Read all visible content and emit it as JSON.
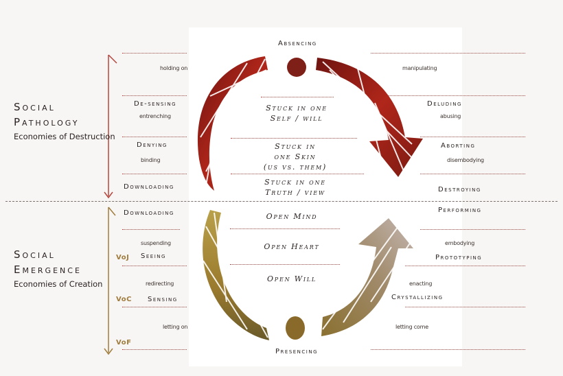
{
  "top_label": "Absencing",
  "bottom_label": "Presencing",
  "sections": {
    "pathology": {
      "title_line1": "Social",
      "title_line2": "Pathology",
      "subtitle": "Economies of Destruction"
    },
    "emergence": {
      "title_line1": "Social",
      "title_line2": "Emergence",
      "subtitle": "Economies of Creation"
    }
  },
  "left_labels": {
    "holding_on": "holding on",
    "desensing": "De-sensing",
    "entrenching": "entrenching",
    "denying": "Denying",
    "binding": "binding",
    "downloading_top": "Downloading",
    "downloading_bottom": "Downloading",
    "suspending": "suspending",
    "seeing": "Seeing",
    "redirecting": "redirecting",
    "sensing": "Sensing",
    "letting_on": "letting on"
  },
  "right_labels": {
    "manipulating": "manipulating",
    "deluding": "Deluding",
    "abusing": "abusing",
    "aborting": "Aborting",
    "disembodying": "disembodying",
    "destroying": "Destroying",
    "performing": "Performing",
    "embodying": "embodying",
    "prototyping": "Prototyping",
    "enacting": "enacting",
    "crystallizing": "Crystallizing",
    "letting_come": "letting come"
  },
  "center_labels": {
    "stuck_self_1": "Stuck in one",
    "stuck_self_2": "Self / will",
    "stuck_skin_1": "Stuck in",
    "stuck_skin_2": "one Skin",
    "stuck_skin_3": "(us vs. them)",
    "stuck_truth_1": "Stuck in one",
    "stuck_truth_2": "Truth / view",
    "open_mind": "Open Mind",
    "open_heart": "Open Heart",
    "open_will": "Open Will"
  },
  "voices": {
    "voj": "VoJ",
    "voc": "VoC",
    "vof": "VoF"
  },
  "colors": {
    "pathology_arrow": "#9a1f16",
    "emergence_arrow": "#a88a3a",
    "emergence_arrow_light": "#b0a39c",
    "line": "#b5463d",
    "voices": "#a07c3d"
  }
}
